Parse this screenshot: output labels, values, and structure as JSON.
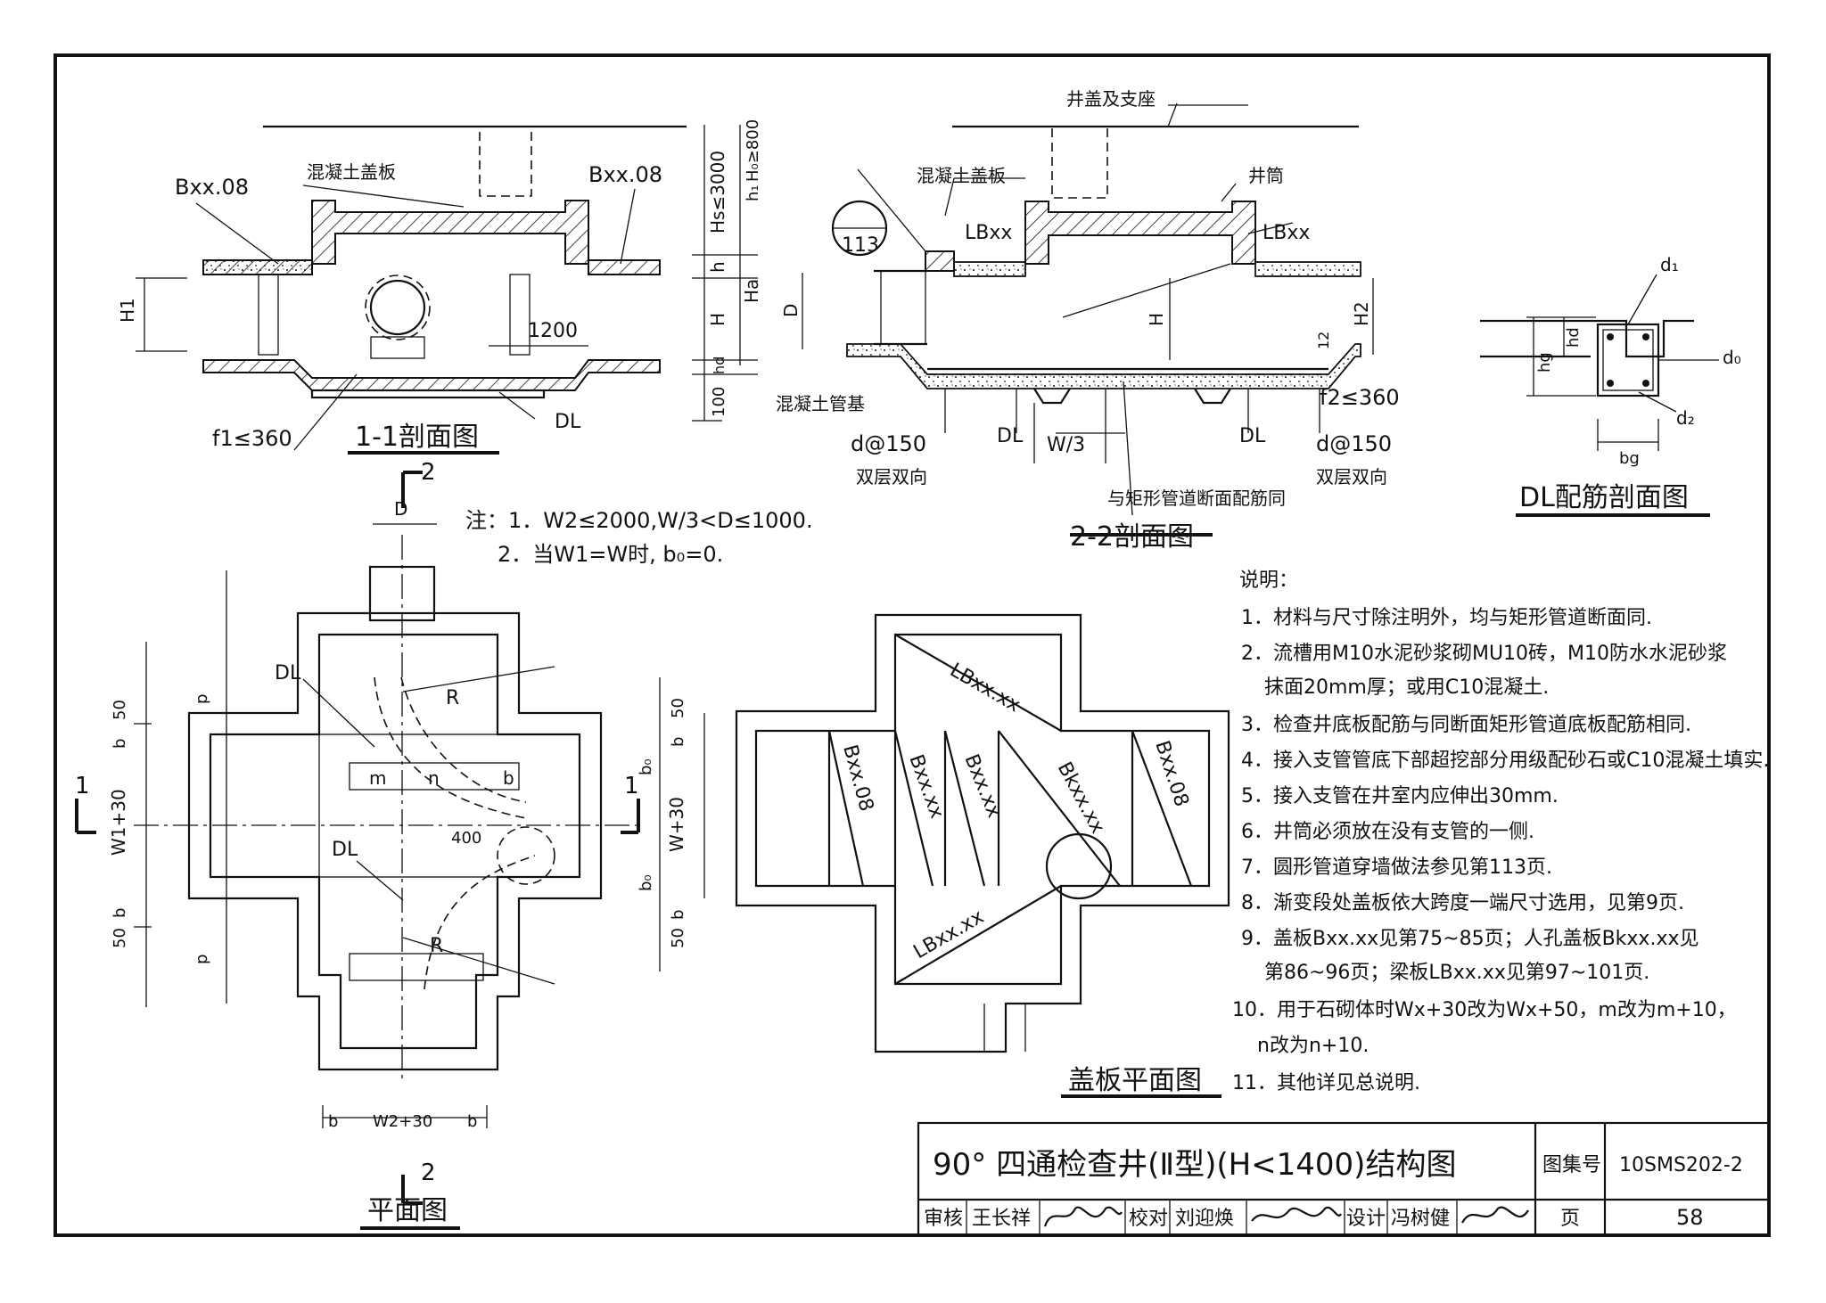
{
  "drawing": {
    "section_1_1": {
      "title": "1-1剖面图",
      "labels": {
        "cover_left": "Bxx.08",
        "cover_right": "Bxx.08",
        "concrete_cover": "混凝土盖板",
        "h1": "H1",
        "dim_1200": "1200",
        "f1": "f1≤360",
        "dl": "DL"
      }
    },
    "vertical_dims": {
      "hs": "Hs≤3000",
      "h1": "h₁",
      "h0": "H₀≥800",
      "h": "h",
      "H": "H",
      "Ha": "Ha",
      "hd": "hd",
      "d100": "100"
    },
    "section_2_2": {
      "title": "2-2剖面图",
      "labels": {
        "cover_seat": "井盖及支座",
        "concrete_cover": "混凝土盖板",
        "shaft": "井筒",
        "ref_page": "113",
        "lbxx_left": "LBxx",
        "lbxx_right": "LBxx",
        "D": "D",
        "H": "H",
        "H2": "H2",
        "f2": "f2≤360",
        "pipe_base": "混凝土管基",
        "rebar_left": "d@150",
        "rebar_right": "d@150",
        "dual_left": "双层双向",
        "dual_right": "双层双向",
        "dl_left": "DL",
        "dl_right": "DL",
        "w3": "W/3",
        "same_rebar": "与矩形管道断面配筋同",
        "twelve": "12"
      }
    },
    "dl_section": {
      "title": "DL配筋剖面图",
      "labels": {
        "d1": "d₁",
        "d0": "d₀",
        "d2": "d₂",
        "hd": "hd",
        "hg": "hg",
        "bg": "bg"
      }
    },
    "notes_top": [
      "注：1．W2≤2000,W/3<D≤1000.",
      "2．当W1=W时, b₀=0."
    ],
    "plan": {
      "title": "平面图",
      "section_mark": "2",
      "section_mark_bottom": "2",
      "section_1_left": "1",
      "section_1_right": "1",
      "labels": {
        "D": "D",
        "dl_top": "DL",
        "dl_mid": "DL",
        "R_top": "R",
        "R_bot": "R",
        "p_top": "p",
        "p_bot": "p",
        "d50_top": "50",
        "b_top": "b",
        "w1": "W1+30",
        "b_bot": "b",
        "d50_bot": "50",
        "m": "m",
        "n": "n",
        "b_mid": "b",
        "d400": "400",
        "r50_top": "50",
        "rb_top": "b",
        "b0_top": "b₀",
        "w30": "W+30",
        "b0_bot": "b₀",
        "rb_bot": "b",
        "r50_bot": "50",
        "bb_left": "b",
        "w2": "W2+30",
        "bb_right": "b"
      }
    },
    "cover_plan": {
      "title": "盖板平面图",
      "labels": {
        "lb_top": "LBxx.xx",
        "lb_bot": "LBxx.xx",
        "b1": "Bxx.08",
        "b2": "Bxx.xx",
        "b3": "Bxx.xx",
        "bk": "Bkxx.xx",
        "b5": "Bxx.08"
      }
    },
    "explanation": {
      "heading": "说明：",
      "items": [
        "1．材料与尺寸除注明外，均与矩形管道断面同.",
        "2．流槽用M10水泥砂浆砌MU10砖，M10防水水泥砂浆",
        "抹面20mm厚；或用C10混凝土.",
        "3．检查井底板配筋与同断面矩形管道底板配筋相同.",
        "4．接入支管管底下部超挖部分用级配砂石或C10混凝土填实.",
        "5．接入支管在井室内应伸出30mm.",
        "6．井筒必须放在没有支管的一侧.",
        "7．圆形管道穿墙做法参见第113页.",
        "8．渐变段处盖板依大跨度一端尺寸选用，见第9页.",
        "9．盖板Bxx.xx见第75~85页；人孔盖板Bkxx.xx见",
        "第86~96页；梁板LBxx.xx见第97~101页.",
        "10．用于石砌体时Wx+30改为Wx+50，m改为m+10，",
        "n改为n+10.",
        "11．其他详见总说明."
      ]
    },
    "title_block": {
      "title": "90° 四通检查井(Ⅱ型)(H<1400)结构图",
      "atlas_label": "图集号",
      "atlas_no": "10SMS202-2",
      "review_label": "审核",
      "reviewer": "王长祥",
      "check_label": "校对",
      "checker": "刘迎焕",
      "design_label": "设计",
      "designer": "冯树健",
      "page_label": "页",
      "page_no": "58"
    }
  }
}
